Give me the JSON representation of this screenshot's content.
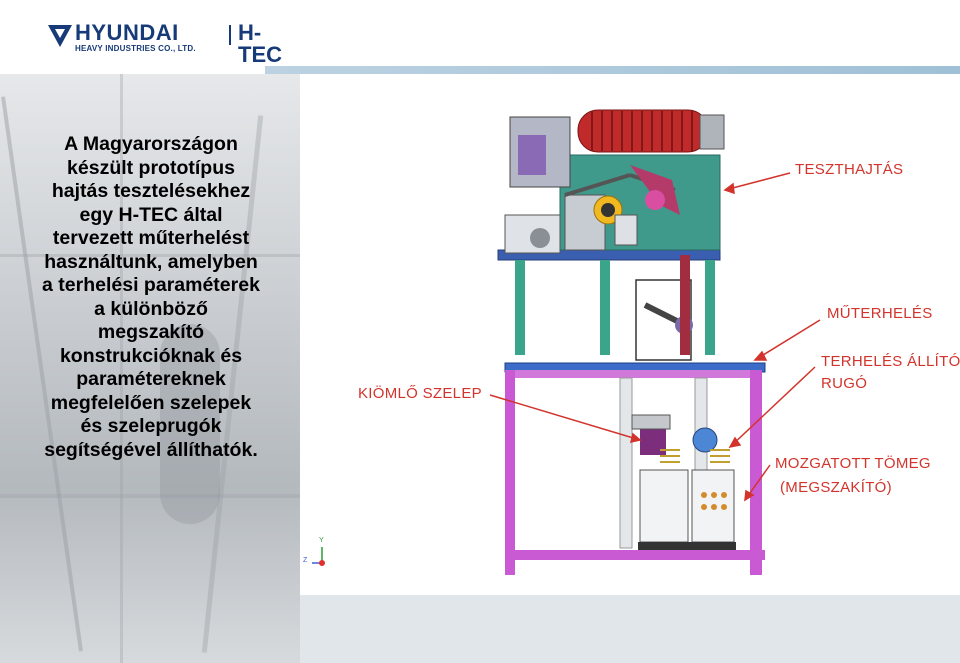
{
  "header": {
    "brand_name": "HYUNDAI",
    "brand_sub": "HEAVY INDUSTRIES CO., LTD.",
    "division": "H-TEC",
    "brand_color": "#173b78"
  },
  "main_text": {
    "lines": [
      "A Magyarországon",
      "készült prototípus",
      "hajtás tesztelésekhez",
      "egy H-TEC által",
      "tervezett műterhelést",
      "használtunk, amelyben",
      "a terhelési paraméterek",
      "a különböző",
      "megszakító",
      "konstrukcióknak és",
      "paramétereknek",
      "megfelelően szelepek",
      "és szeleprugók",
      "segítségével állíthatók."
    ]
  },
  "callouts": {
    "color": "#d2342c",
    "tesztehajtas": "TESZTHAJTÁS",
    "muterheles": "MŰTERHELÉS",
    "terheles_line1": "TERHELÉS ÁLLÍTÓ",
    "terheles_line2": "RUGÓ",
    "kiomlo": "KIÖMLŐ SZELEP",
    "mozgatott_line1": "MOZGATOTT TÖMEG",
    "mozgatott_line2": "(MEGSZAKÍTÓ)"
  },
  "axes": {
    "y": "Y",
    "z": "Z"
  }
}
